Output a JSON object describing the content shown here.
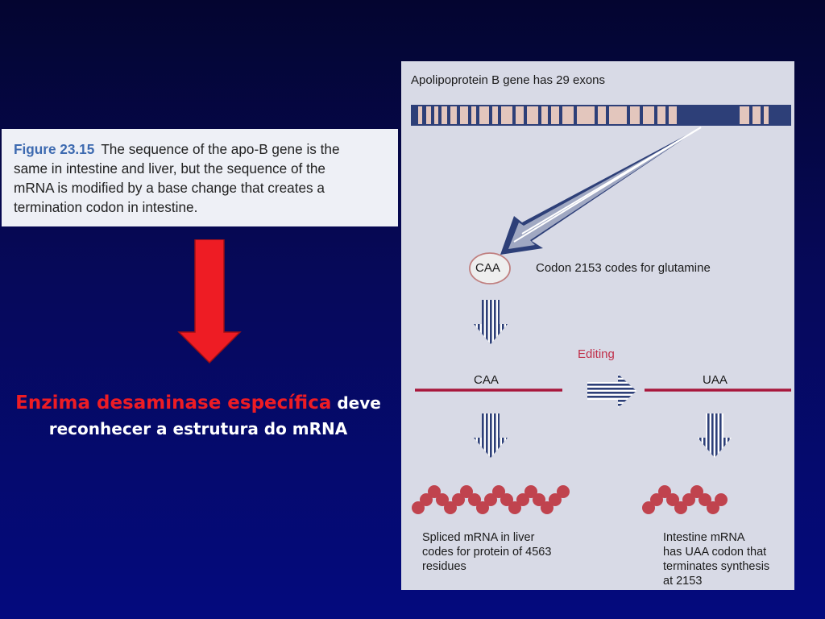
{
  "caption": {
    "figure_label": "Figure 23.15",
    "text_line1": "The sequence of the apo-B gene is the",
    "text_line2": "same in intestine and liver, but the sequence of the",
    "text_line3": "mRNA is modified by a base change that creates a",
    "text_line4": "termination codon in intestine."
  },
  "annotation": {
    "highlight": "Enzima desaminase específica",
    "rest_line1": "deve",
    "line2": "reconhecer a estrutura do mRNA"
  },
  "diagram": {
    "gene_title": "Apolipoprotein B gene has 29 exons",
    "codon_bubble": "CAA",
    "codon_note": "Codon 2153 codes for glutamine",
    "editing_label": "Editing",
    "left_codon": "CAA",
    "right_codon": "UAA",
    "liver_line1": "Spliced mRNA in liver",
    "liver_line2": "codes for protein of 4563",
    "liver_line3": "residues",
    "intestine_line1": "Intestine mRNA",
    "intestine_line2": "has UAA codon that",
    "intestine_line3": "terminates synthesis",
    "intestine_line4": "at 2153"
  },
  "colors": {
    "exon_fill": "#e3c6bd",
    "gene_bar": "#2d3f78",
    "mrna_line": "#a8173c",
    "residue": "#c0434e",
    "arrow_red": "#ee1c24",
    "editing_text": "#c0304a"
  }
}
